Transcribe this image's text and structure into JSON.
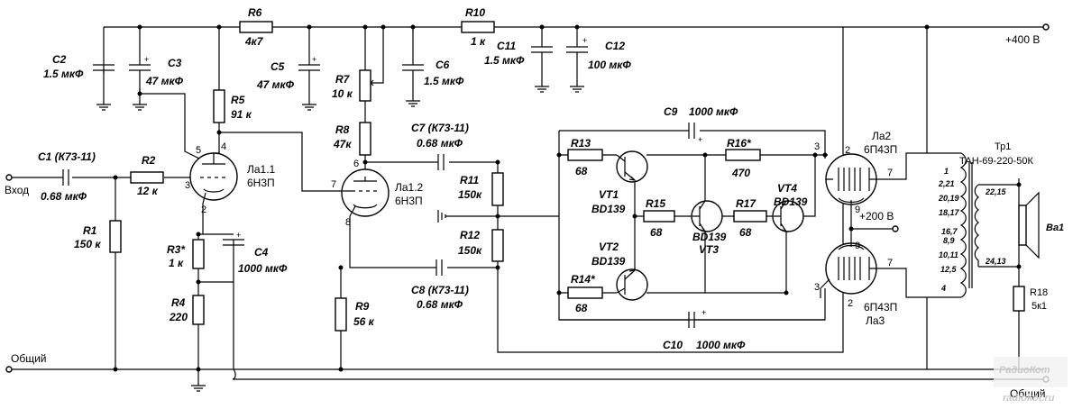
{
  "labels": {
    "c2": "C2",
    "c2_val": "1.5 мкФ",
    "c3": "C3",
    "c3_val": "47 мкФ",
    "r6": "R6",
    "r6_val": "4к7",
    "c5": "C5",
    "c5_val": "47 мкФ",
    "r5": "R5",
    "r5_val": "91 к",
    "r7": "R7",
    "r7_val": "10 к",
    "c6": "C6",
    "c6_val": "1.5 мкФ",
    "r8": "R8",
    "r8_val": "47к",
    "r10": "R10",
    "r10_val": "1 к",
    "c11": "C11",
    "c11_val": "1.5 мкФ",
    "c12": "C12",
    "c12_val": "100 мкФ",
    "supply_400": "+400 В",
    "supply_200": "+200 В",
    "c1": "C1 (К73-11)",
    "c1_val": "0.68 мкФ",
    "input": "Вход",
    "r2": "R2",
    "r2_val": "12 к",
    "r1": "R1",
    "r1_val": "150 к",
    "la11": "Ла1.1",
    "la11_type": "6Н3П",
    "la12": "Ла1.2",
    "la12_type": "6Н3П",
    "r3": "R3*",
    "r3_val": "1 к",
    "c4": "C4",
    "c4_val": "1000 мкФ",
    "r4": "R4",
    "r4_val": "220",
    "r9": "R9",
    "r9_val": "56 к",
    "c7": "C7 (К73-11)",
    "c7_val": "0.68 мкФ",
    "c8": "C8 (К73-11)",
    "c8_val": "0.68 мкФ",
    "r11": "R11",
    "r11_val": "150к",
    "r12": "R12",
    "r12_val": "150к",
    "c9": "C9",
    "c9_val": "1000 мкФ",
    "c10": "C10",
    "c10_val": "1000 мкФ",
    "r13": "R13",
    "r13_val": "68",
    "r14": "R14*",
    "r14_val": "68",
    "r15": "R15",
    "r15_val": "68",
    "r16": "R16*",
    "r16_val": "470",
    "r17": "R17",
    "r17_val": "68",
    "vt1": "VT1",
    "vt1_type": "BD139",
    "vt2": "VT2",
    "vt2_type": "BD139",
    "vt3": "VT3",
    "vt3_type": "BD139",
    "vt4": "VT4",
    "vt4_type": "BD139",
    "la2": "Ла2",
    "la2_type": "6П43П",
    "la3": "Ла3",
    "la3_type": "6П43П",
    "tr1": "Тр1",
    "tr1_type": "ТАН-69-220-50К",
    "ba1": "Ва1",
    "r18": "R18",
    "r18_val": "5к1",
    "common": "Общий",
    "common_right": "Общий",
    "watermark_url": "radiokot.ru",
    "watermark_logo": "РадиоКот"
  },
  "pins": {
    "p5": "5",
    "p4": "4",
    "p3": "3",
    "p2": "2",
    "p6": "6",
    "p7": "7",
    "p8": "8",
    "l2_2": "2",
    "l2_7": "7",
    "l2_3": "3",
    "l2_9": "9",
    "l3_9": "9",
    "l3_7": "7",
    "l3_3": "3",
    "l3_2": "2"
  },
  "taps": {
    "t1": "1",
    "t2": "2,21",
    "t3": "20,19",
    "t4": "18,17",
    "t5": "16,7",
    "t6": "8,9",
    "t7": "10,11",
    "t8": "12,5",
    "t9": "4",
    "s1": "22,15",
    "s2": "24,13"
  }
}
